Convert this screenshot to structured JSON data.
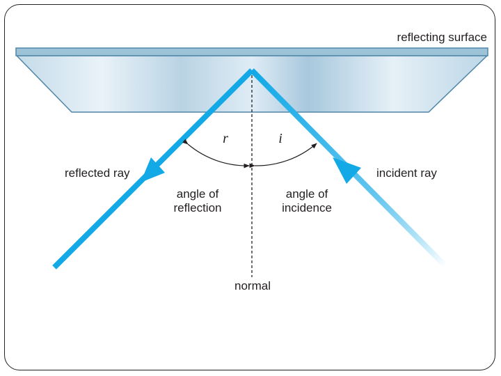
{
  "labels": {
    "surface": "reflecting surface",
    "reflected_ray": "reflected ray",
    "incident_ray": "incident ray",
    "angle_r_symbol": "r",
    "angle_i_symbol": "i",
    "angle_reflection_line1": "angle of",
    "angle_reflection_line2": "reflection",
    "angle_incidence_line1": "angle of",
    "angle_incidence_line2": "incidence",
    "normal": "normal"
  },
  "colors": {
    "ray": "#12a9e6",
    "surface_top": "#9dc3d8",
    "surface_edge": "#4f86a8",
    "text": "#231f20"
  }
}
